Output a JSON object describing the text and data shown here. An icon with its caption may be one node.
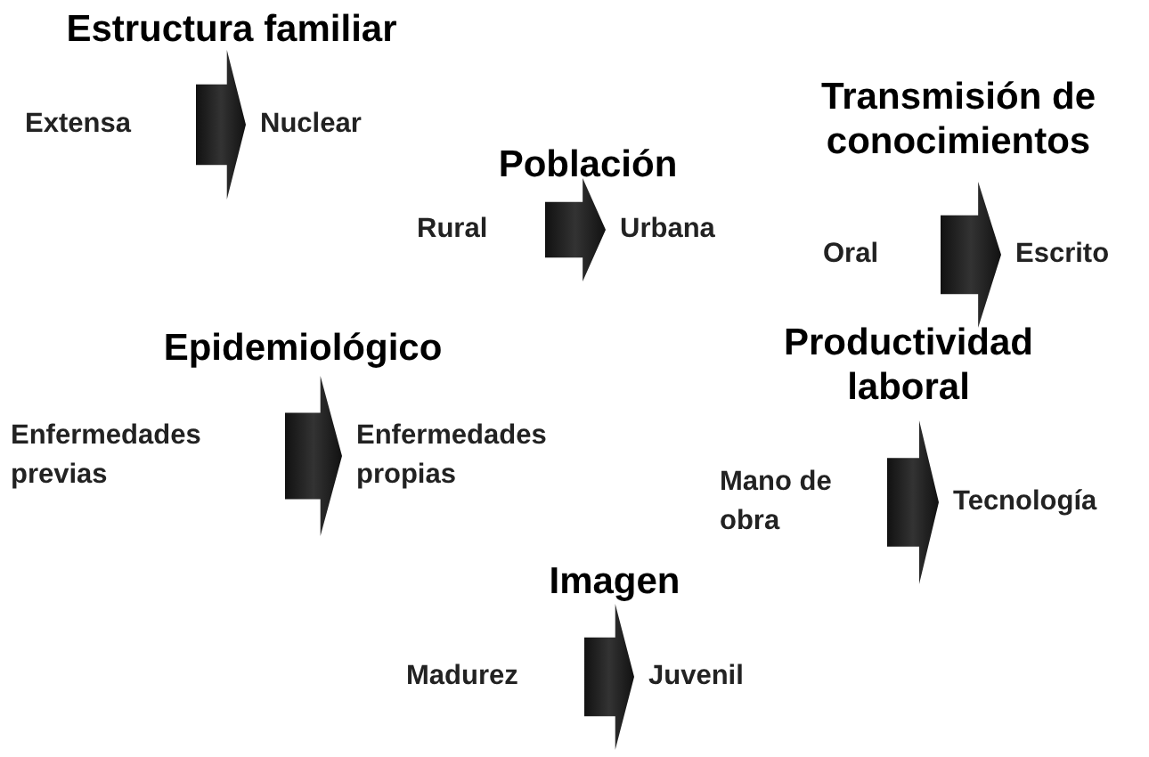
{
  "diagram": {
    "nodes": [
      {
        "text": [
          "Extensa"
        ]
      },
      {
        "text": [
          "Nuclear"
        ]
      },
      {
        "text": [
          "Rural"
        ]
      },
      {
        "text": [
          "Urbana"
        ]
      },
      {
        "text": [
          "Oral"
        ]
      },
      {
        "text": [
          "Escrito"
        ]
      },
      {
        "text": [
          "Enfermedades previas"
        ]
      },
      {
        "text": [
          "Enfermedades propias"
        ]
      },
      {
        "text": [
          "Mano de obra"
        ]
      },
      {
        "text": [
          "Tecnología"
        ]
      },
      {
        "text": [
          "Madurez"
        ]
      },
      {
        "text": [
          "Juvenil"
        ]
      }
    ],
    "edges": [
      {
        "from": 0,
        "to": 1,
        "arrow": "to"
      },
      {
        "from": 2,
        "to": 3,
        "arrow": "to"
      },
      {
        "from": 4,
        "to": 5,
        "arrow": "to"
      },
      {
        "from": 6,
        "to": 7,
        "arrow": "to"
      },
      {
        "from": 8,
        "to": 9,
        "arrow": "to"
      },
      {
        "from": 10,
        "to": 11,
        "arrow": "to"
      }
    ],
    "labels": [
      "Estructura familiar",
      "Población",
      "Transmisión de conocimientos",
      "Epidemiológico",
      "Productividad laboral",
      "Imagen"
    ]
  }
}
